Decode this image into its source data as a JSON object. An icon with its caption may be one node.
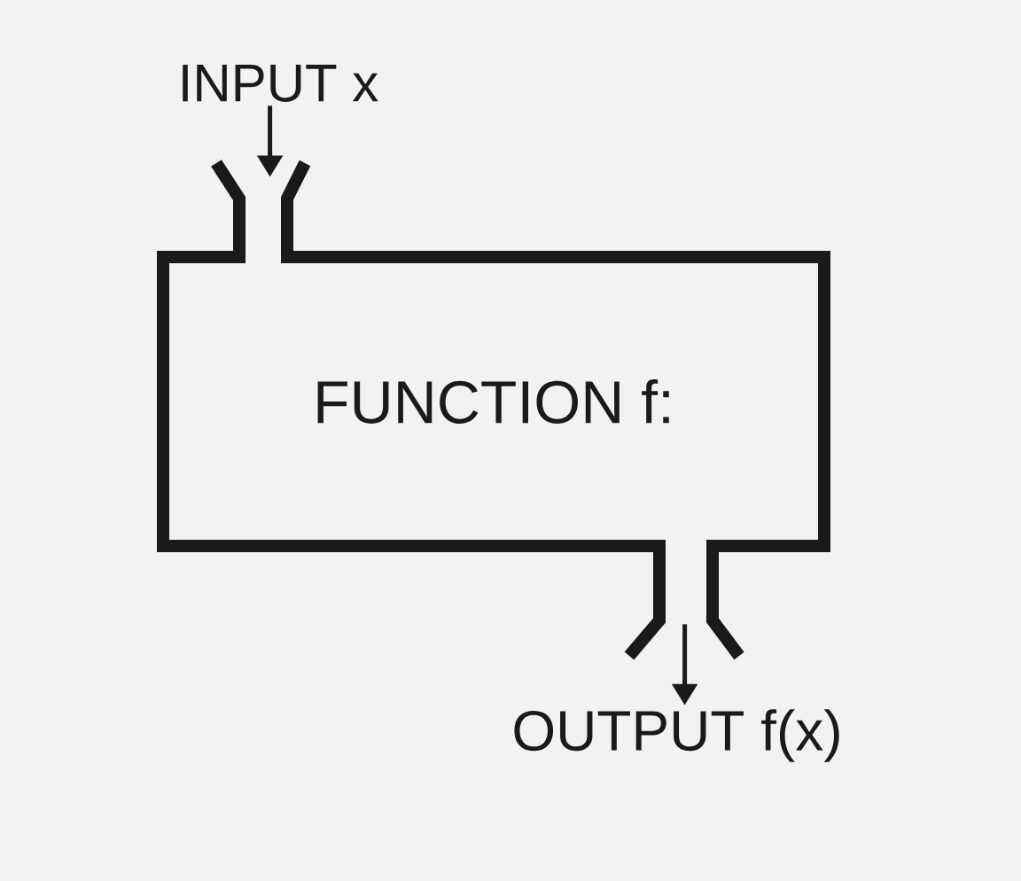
{
  "diagram": {
    "nodes": [
      {
        "text": [
          "INPUT x"
        ]
      },
      {
        "text": [
          "FUNCTION f:"
        ]
      },
      {
        "text": [
          "OUTPUT f(x)"
        ]
      }
    ],
    "edges": [
      {
        "from": 0,
        "to": 1,
        "arrow": "to"
      },
      {
        "from": 1,
        "to": 2,
        "arrow": "to"
      }
    ]
  }
}
